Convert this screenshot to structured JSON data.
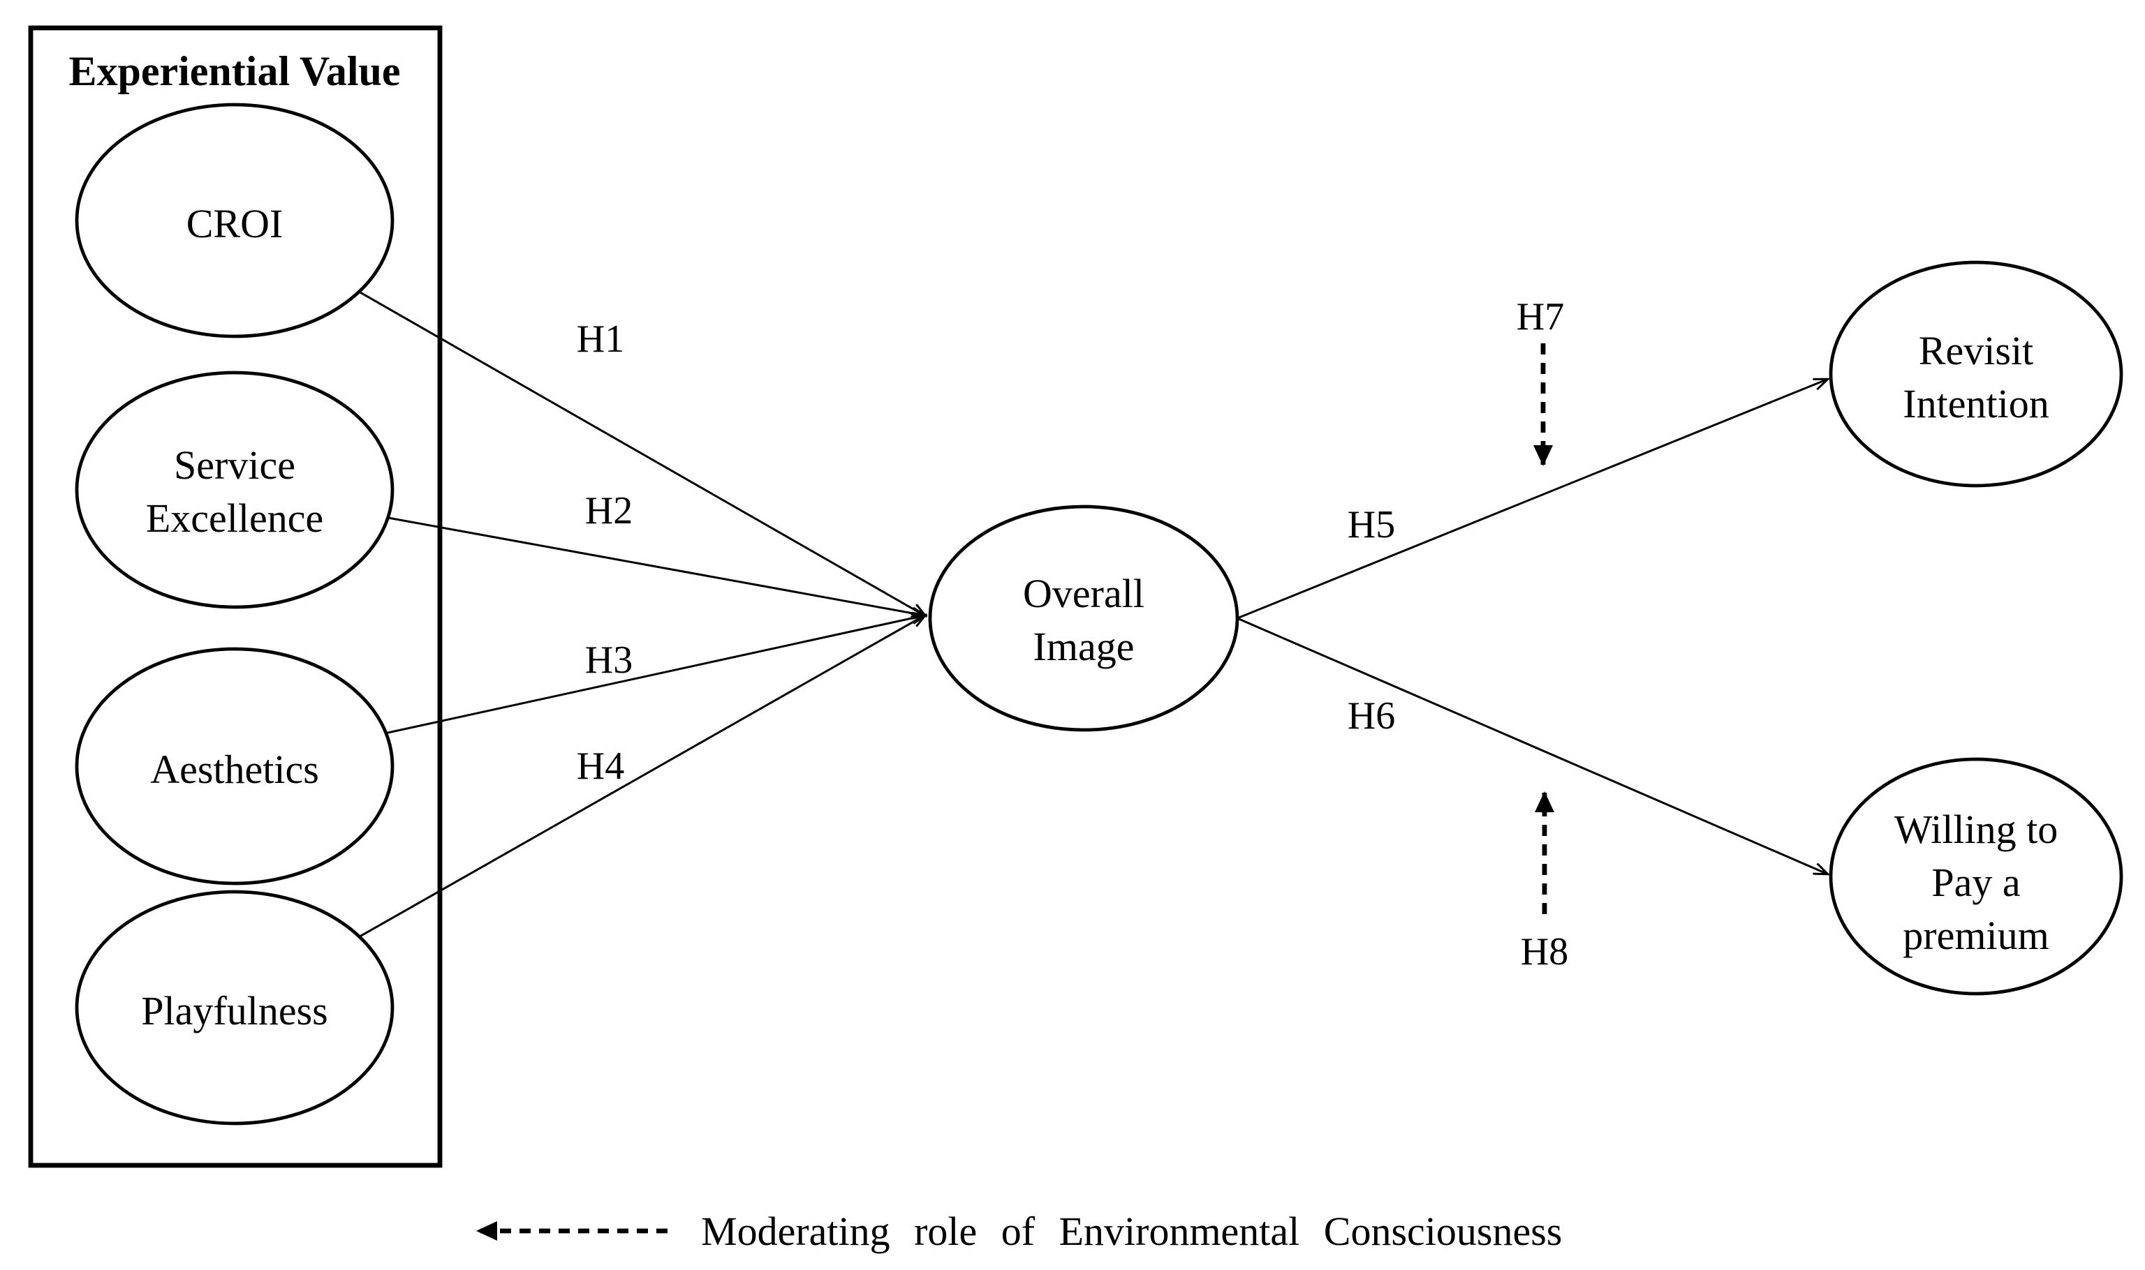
{
  "diagram": {
    "colors": {
      "ink": "#000000",
      "background": "#ffffff"
    },
    "group_box": {
      "title": "Experiential Value"
    },
    "nodes": {
      "croi": {
        "label": "CROI"
      },
      "service_excellence": {
        "line1": "Service",
        "line2": "Excellence"
      },
      "aesthetics": {
        "label": "Aesthetics"
      },
      "playfulness": {
        "label": "Playfulness"
      },
      "overall_image": {
        "line1": "Overall",
        "line2": "Image"
      },
      "revisit_intention": {
        "line1": "Revisit",
        "line2": "Intention"
      },
      "willing_to_pay_premium": {
        "line1": "Willing to",
        "line2": "Pay a",
        "line3": "premium"
      }
    },
    "hypotheses": {
      "h1": "H1",
      "h2": "H2",
      "h3": "H3",
      "h4": "H4",
      "h5": "H5",
      "h6": "H6",
      "h7": "H7",
      "h8": "H8"
    },
    "legend": {
      "label": "Moderating role of Environmental Consciousness"
    }
  }
}
